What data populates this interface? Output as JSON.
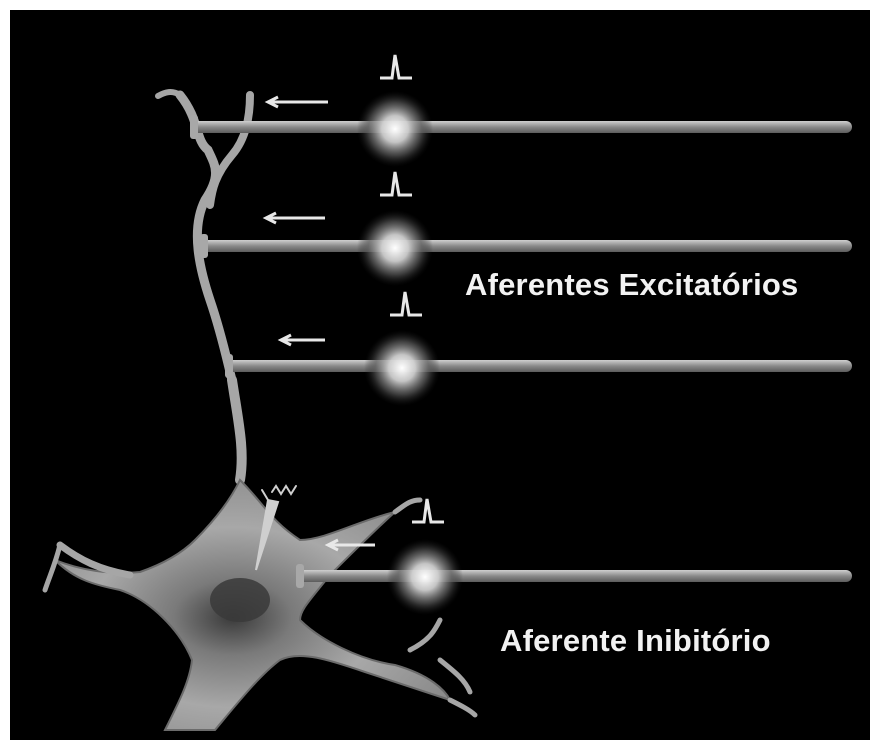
{
  "labels": {
    "excitatory": "Aferentes Excitatórios",
    "inhibitory": "Aferente Inibitório"
  },
  "colors": {
    "background": "#000000",
    "frame": "#ffffff",
    "neuron": "#9a9a9a",
    "axon": "#8c8c8c",
    "glow": "#ffffff",
    "text": "#f2f2f2"
  },
  "afferents": [
    {
      "name": "excitatory-afferent-1",
      "type": "excitatory"
    },
    {
      "name": "excitatory-afferent-2",
      "type": "excitatory"
    },
    {
      "name": "excitatory-afferent-3",
      "type": "excitatory"
    },
    {
      "name": "inhibitory-afferent",
      "type": "inhibitory"
    }
  ],
  "icons": [
    "spike-icon",
    "arrow-left-icon",
    "recording-electrode-icon"
  ]
}
